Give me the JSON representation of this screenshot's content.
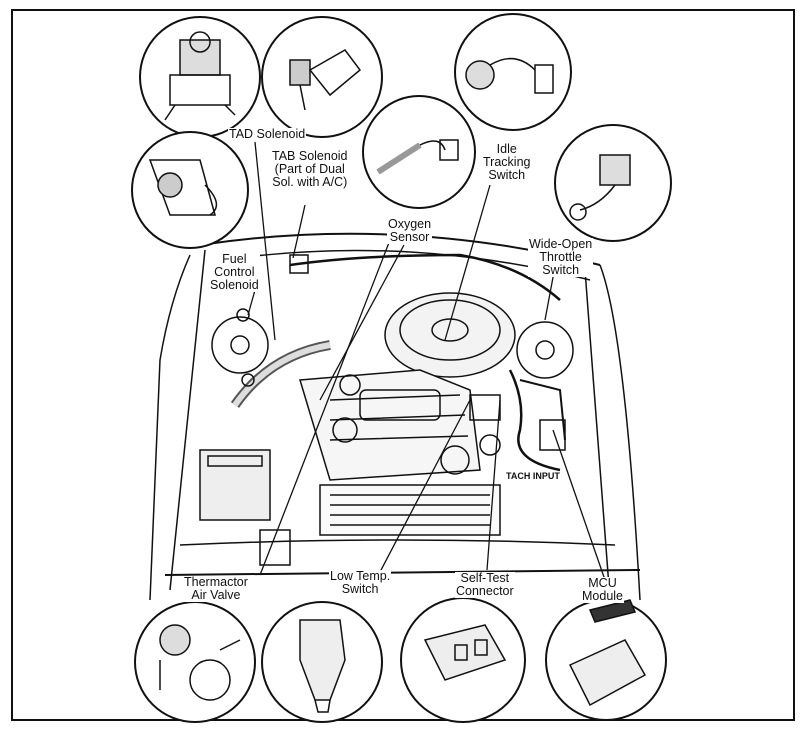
{
  "labels": {
    "tad_solenoid": [
      "TAD Solenoid"
    ],
    "tab_solenoid": [
      "TAB Solenoid",
      "(Part of Dual",
      "Sol. with A/C)"
    ],
    "idle_tracking_switch": [
      "Idle",
      "Tracking",
      "Switch"
    ],
    "oxygen_sensor": [
      "Oxygen",
      "Sensor"
    ],
    "fuel_control_solenoid": [
      "Fuel",
      "Control",
      "Solenoid"
    ],
    "wot_switch": [
      "Wide-Open",
      "Throttle",
      "Switch"
    ],
    "tach_input": "TACH INPUT",
    "thermactor_air_valve": [
      "Thermactor",
      "Air Valve"
    ],
    "low_temp_switch": [
      "Low Temp.",
      "Switch"
    ],
    "self_test_connector": [
      "Self-Test",
      "Connector"
    ],
    "mcu_module": [
      "MCU",
      "Module"
    ]
  },
  "colors": {
    "ink": "#111111",
    "paper": "#ffffff"
  }
}
